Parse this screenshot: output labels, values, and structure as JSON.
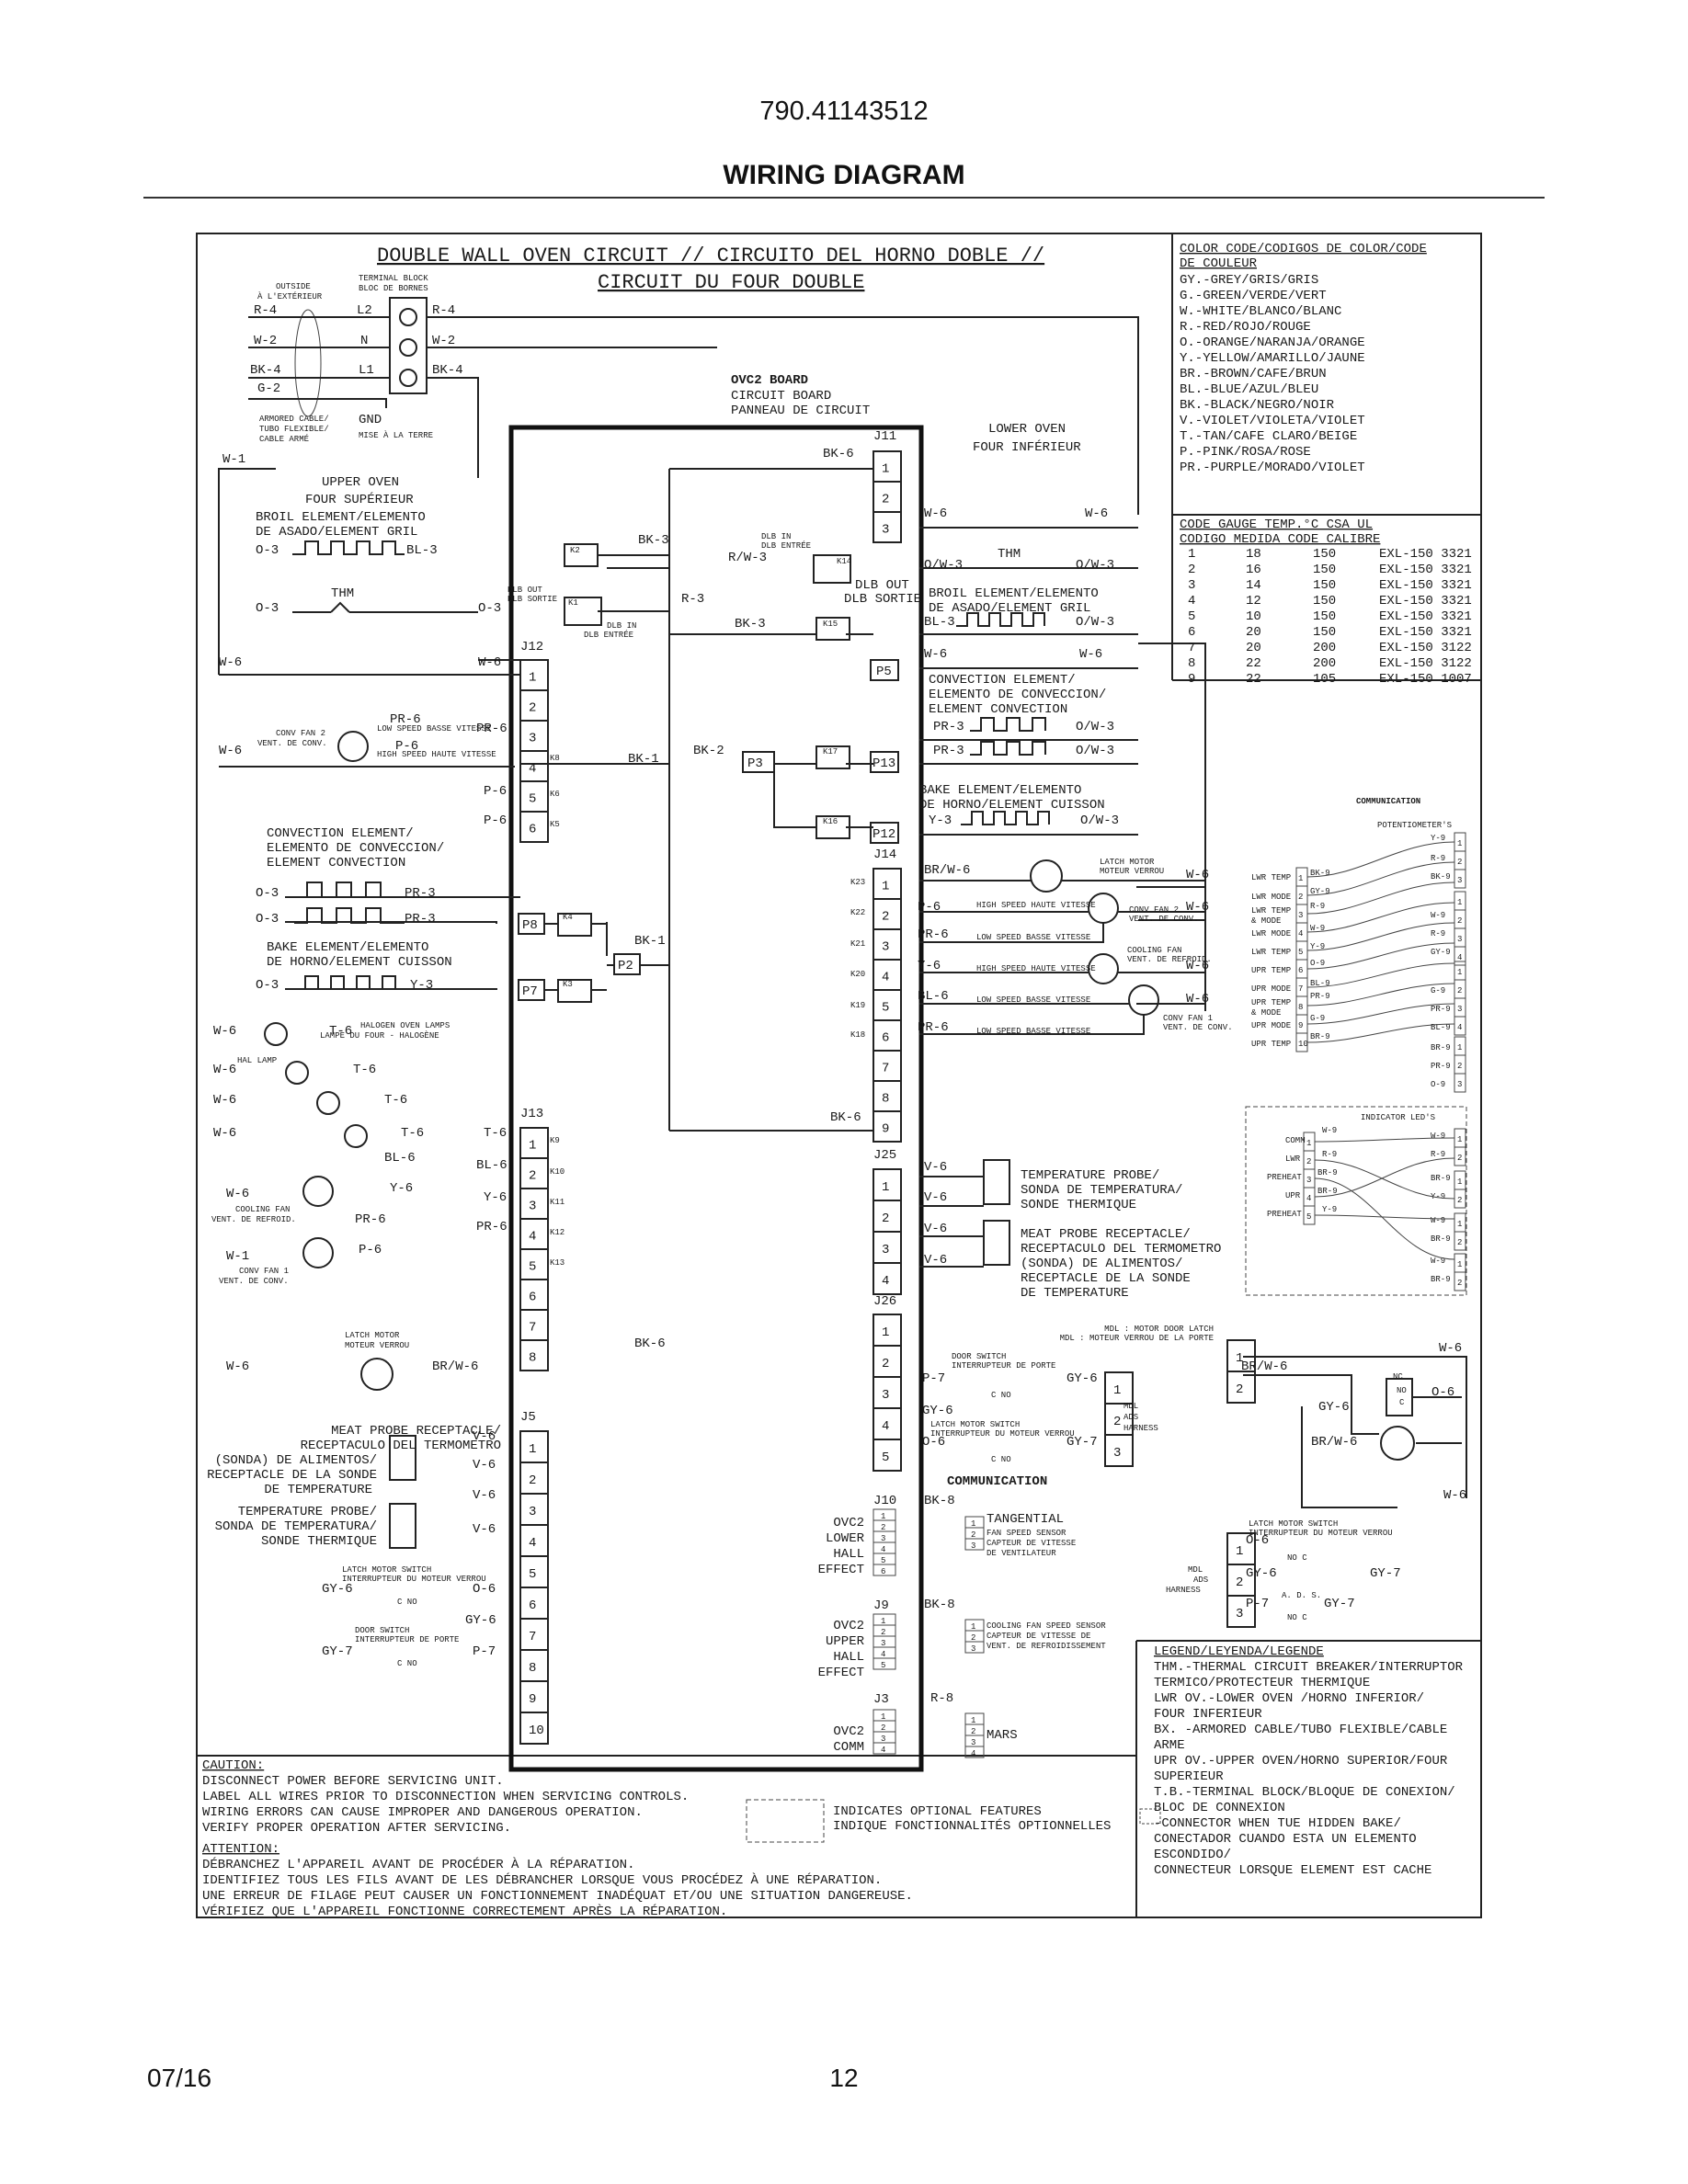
{
  "header": {
    "part_number": "790.41143512",
    "title": "WIRING DIAGRAM"
  },
  "footer": {
    "date": "07/16",
    "page": "12"
  },
  "diagram": {
    "title_1": "DOUBLE WALL OVEN CIRCUIT // CIRCUITO DEL HORNO DOBLE //",
    "title_2": "CIRCUIT DU FOUR DOUBLE",
    "outside": "OUTSIDE",
    "outside_fr": "À L'EXTÉRIEUR",
    "terminal_block": "TERMINAL BLOCK",
    "terminal_block_fr": "BLOC DE BORNES",
    "armored": [
      "ARMORED CABLE/",
      "TUBO FLEXIBLE/",
      "CABLE ARMÉ"
    ],
    "gnd": "GND",
    "gnd_fr": "MISE À LA TERRE",
    "ovc2_board": "OVC2 BOARD",
    "circuit_board": "CIRCUIT BOARD",
    "panneau": "PANNEAU DE CIRCUIT",
    "upper_oven": "UPPER OVEN",
    "upper_oven_fr": "FOUR SUPÉRIEUR",
    "lower_oven": "LOWER OVEN",
    "lower_oven_fr": "FOUR INFÉRIEUR",
    "broil_el": [
      "BROIL ELEMENT/ELEMENTO",
      "DE ASADO/ELEMENT GRIL"
    ],
    "conv_el": [
      "CONVECTION ELEMENT/",
      "ELEMENTO DE CONVECCION/",
      "ELEMENT CONVECTION"
    ],
    "bake_el": [
      "BAKE ELEMENT/ELEMENTO",
      "DE HORNO/ELEMENT CUISSON"
    ],
    "thm": "THM",
    "dlb_out": [
      "DLB OUT",
      "DLB SORTIE"
    ],
    "dlb_in": [
      "DLB IN",
      "DLB ENTRÉE"
    ],
    "conv_fan2": [
      "CONV FAN 2",
      "VENT. DE CONV."
    ],
    "conv_fan1": [
      "CONV FAN 1",
      "VENT. DE CONV."
    ],
    "cooling_fan": [
      "COOLING FAN",
      "VENT. DE REFROID."
    ],
    "low_speed": "LOW SPEED   BASSE VITESSE",
    "high_speed": "HIGH SPEED  HAUTE VITESSE",
    "halogen": [
      "HALOGEN OVEN LAMPS",
      "LAMPE DU FOUR - HALOGÈNE"
    ],
    "hal_lamp": "HAL LAMP",
    "latch_motor": [
      "LATCH MOTOR",
      "MOTEUR VERROU"
    ],
    "latch_switch": [
      "LATCH MOTOR SWITCH",
      "INTERRUPTEUR DU MOTEUR VERROU"
    ],
    "door_switch": [
      "DOOR SWITCH",
      "INTERRUPTEUR DE PORTE"
    ],
    "meat_probe": [
      "MEAT PROBE RECEPTACLE/",
      "RECEPTACULO DEL TERMOMETRO",
      "(SONDA) DE ALIMENTOS/",
      "RECEPTACLE DE LA SONDE",
      "DE TEMPERATURE"
    ],
    "temp_probe": [
      "TEMPERATURE PROBE/",
      "SONDA DE TEMPERATURA/",
      "SONDE THERMIQUE"
    ],
    "communication": "COMMUNICATION",
    "tangential": "TANGENTIAL",
    "fan_speed": [
      "FAN SPEED SENSOR",
      "CAPTEUR DE VITESSE",
      "DE VENTILATEUR"
    ],
    "cooling_sensor": [
      "COOLING FAN SPEED SENSOR",
      "CAPTEUR DE VITESSE DE",
      "VENT. DE REFROIDISSEMENT"
    ],
    "mars": "MARS",
    "mdl_ads": [
      "MDL",
      "ADS",
      "HARNESS"
    ],
    "mdl_note": [
      "MDL : MOTOR DOOR LATCH",
      "MDL : MOTEUR VERROU DE LA PORTE"
    ],
    "ovc2_lower": [
      "OVC2",
      "LOWER",
      "HALL",
      "EFFECT"
    ],
    "ovc2_upper": [
      "OVC2",
      "UPPER",
      "HALL",
      "EFFECT"
    ],
    "ovc2_comm": [
      "OVC2",
      "COMM"
    ],
    "potentiometers": "POTENTIOMETER'S",
    "indicator_leds": "INDICATOR LED'S",
    "optional": [
      "INDICATES OPTIONAL FEATURES",
      "INDIQUE FONCTIONNALITÉS OPTIONNELLES"
    ],
    "ads": "A. D. S."
  },
  "color_code": {
    "title": [
      "COLOR CODE/CODIGOS DE COLOR/CODE",
      "DE COULEUR"
    ],
    "items": [
      "GY.-GREY/GRIS/GRIS",
      "G.-GREEN/VERDE/VERT",
      "W.-WHITE/BLANCO/BLANC",
      "R.-RED/ROJO/ROUGE",
      "O.-ORANGE/NARANJA/ORANGE",
      "Y.-YELLOW/AMARILLO/JAUNE",
      "BR.-BROWN/CAFE/BRUN",
      "BL.-BLUE/AZUL/BLEU",
      "BK.-BLACK/NEGRO/NOIR",
      "V.-VIOLET/VIOLETA/VIOLET",
      "T.-TAN/CAFE CLARO/BEIGE",
      "P.-PINK/ROSA/ROSE",
      "PR.-PURPLE/MORADO/VIOLET"
    ]
  },
  "gauge_table": {
    "head_1": "CODE  GAUGE   TEMP.°C  CSA   UL",
    "head_2": "CODIGO MEDIDA  CODE   CALIBRE",
    "rows": [
      [
        "1",
        "18",
        "150",
        "EXL-150 3321"
      ],
      [
        "2",
        "16",
        "150",
        "EXL-150 3321"
      ],
      [
        "3",
        "14",
        "150",
        "EXL-150 3321"
      ],
      [
        "4",
        "12",
        "150",
        "EXL-150 3321"
      ],
      [
        "5",
        "10",
        "150",
        "EXL-150 3321"
      ],
      [
        "6",
        "20",
        "150",
        "EXL-150 3321"
      ],
      [
        "7",
        "20",
        "200",
        "EXL-150 3122"
      ],
      [
        "8",
        "22",
        "200",
        "EXL-150 3122"
      ],
      [
        "9",
        "22",
        "105",
        "EXL-150 1007"
      ]
    ]
  },
  "legend": {
    "title": "LEGEND/LEYENDA/LEGENDE",
    "lines": [
      "THM.-THERMAL CIRCUIT BREAKER/INTERRUPTOR",
      "      TERMICO/PROTECTEUR THERMIQUE",
      "LWR OV.-LOWER OVEN /HORNO INFERIOR/",
      "      FOUR INFERIEUR",
      "BX. -ARMORED CABLE/TUBO FLEXIBLE/CABLE",
      "ARME",
      "UPR OV.-UPPER OVEN/HORNO SUPERIOR/FOUR",
      "      SUPERIEUR",
      "T.B.-TERMINAL BLOCK/BLOQUE DE CONEXION/",
      "      BLOC DE CONNEXION",
      "   -CONNECTOR WHEN TUE HIDDEN BAKE/",
      "   CONECTADOR CUANDO ESTA UN ELEMENTO",
      "ESCONDIDO/",
      "   CONNECTEUR LORSQUE ELEMENT EST CACHE"
    ]
  },
  "caution": {
    "title": "CAUTION:",
    "lines": [
      "DISCONNECT POWER BEFORE SERVICING UNIT.",
      "LABEL ALL WIRES PRIOR TO DISCONNECTION WHEN SERVICING CONTROLS.",
      "WIRING ERRORS CAN CAUSE IMPROPER AND DANGEROUS OPERATION.",
      "VERIFY PROPER OPERATION AFTER SERVICING."
    ]
  },
  "attention": {
    "title": "ATTENTION:",
    "lines": [
      "DÉBRANCHEZ L'APPAREIL AVANT DE PROCÉDER À LA RÉPARATION.",
      "IDENTIFIEZ TOUS LES FILS AVANT DE LES DÉBRANCHER LORSQUE VOUS PROCÉDEZ À UNE RÉPARATION.",
      "UNE ERREUR DE FILAGE PEUT CAUSER UN FONCTIONNEMENT INADÉQUAT ET/OU UNE SITUATION DANGEREUSE.",
      "VÉRIFIEZ QUE L'APPAREIL FONCTIONNE CORRECTEMENT APRÈS LA RÉPARATION."
    ]
  },
  "labels": {
    "wire": [
      [
        "R-4",
        276,
        341
      ],
      [
        "W-2",
        276,
        374
      ],
      [
        "BK-4",
        272,
        406
      ],
      [
        "G-2",
        280,
        426
      ],
      [
        "W-1",
        242,
        503
      ],
      [
        "L2",
        388,
        341
      ],
      [
        "N",
        392,
        374
      ],
      [
        "L1",
        390,
        406
      ],
      [
        "R-4",
        470,
        341
      ],
      [
        "W-2",
        470,
        374
      ],
      [
        "BK-4",
        470,
        406
      ],
      [
        "O-3",
        278,
        602
      ],
      [
        "BL-3",
        442,
        602
      ],
      [
        "O-3",
        278,
        665
      ],
      [
        "O-3",
        520,
        665
      ],
      [
        "W-6",
        238,
        724
      ],
      [
        "W-6",
        520,
        724
      ],
      [
        "W-6",
        238,
        820
      ],
      [
        "PR-6",
        424,
        786
      ],
      [
        "PR-6",
        518,
        796
      ],
      [
        "P-6",
        430,
        815
      ],
      [
        "P-6",
        526,
        864
      ],
      [
        "P-6",
        526,
        896
      ],
      [
        "O-3",
        278,
        975
      ],
      [
        "PR-3",
        440,
        975
      ],
      [
        "O-3",
        278,
        1003
      ],
      [
        "PR-3",
        440,
        1003
      ],
      [
        "O-3",
        278,
        1075
      ],
      [
        "Y-3",
        446,
        1075
      ],
      [
        "W-6",
        232,
        1125
      ],
      [
        "T-6",
        358,
        1125
      ],
      [
        "W-6",
        232,
        1167
      ],
      [
        "T-6",
        384,
        1167
      ],
      [
        "W-6",
        232,
        1200
      ],
      [
        "T-6",
        418,
        1200
      ],
      [
        "W-6",
        232,
        1236
      ],
      [
        "T-6",
        436,
        1236
      ],
      [
        "T-6",
        526,
        1236
      ],
      [
        "BL-6",
        418,
        1263
      ],
      [
        "BL-6",
        518,
        1271
      ],
      [
        "Y-6",
        424,
        1296
      ],
      [
        "Y-6",
        526,
        1306
      ],
      [
        "W-6",
        246,
        1302
      ],
      [
        "PR-6",
        386,
        1330
      ],
      [
        "PR-6",
        518,
        1338
      ],
      [
        "P-6",
        390,
        1363
      ],
      [
        "W-1",
        246,
        1370
      ],
      [
        "W-6",
        246,
        1490
      ],
      [
        "BR/W-6",
        470,
        1490
      ],
      [
        "V-6",
        514,
        1566
      ],
      [
        "V-6",
        514,
        1597
      ],
      [
        "V-6",
        514,
        1630
      ],
      [
        "V-6",
        514,
        1667
      ],
      [
        "GY-6",
        350,
        1732
      ],
      [
        "O-6",
        514,
        1732
      ],
      [
        "GY-6",
        506,
        1766
      ],
      [
        "GY-7",
        350,
        1800
      ],
      [
        "P-7",
        514,
        1800
      ],
      [
        "BK-6",
        895,
        497
      ],
      [
        "BK-3",
        694,
        591
      ],
      [
        "R/W-3",
        792,
        610
      ],
      [
        "R-3",
        741,
        655
      ],
      [
        "BK-3",
        799,
        682
      ],
      [
        "BK-1",
        683,
        829
      ],
      [
        "BK-2",
        754,
        820
      ],
      [
        "BK-1",
        690,
        1027
      ],
      [
        "BK-6",
        903,
        1219
      ],
      [
        "BK-6",
        690,
        1465
      ],
      [
        "W-6",
        1005,
        562
      ],
      [
        "W-6",
        1180,
        562
      ],
      [
        "O/W-3",
        1005,
        618
      ],
      [
        "O/W-3",
        1170,
        618
      ],
      [
        "BL-3",
        1005,
        680
      ],
      [
        "O/W-3",
        1170,
        680
      ],
      [
        "W-6",
        1005,
        715
      ],
      [
        "W-6",
        1174,
        715
      ],
      [
        "PR-3",
        1015,
        794
      ],
      [
        "O/W-3",
        1170,
        794
      ],
      [
        "PR-3",
        1015,
        820
      ],
      [
        "O/W-3",
        1170,
        820
      ],
      [
        "Y-3",
        1010,
        896
      ],
      [
        "O/W-3",
        1175,
        896
      ],
      [
        "BR/W-6",
        1005,
        950
      ],
      [
        "W-6",
        1290,
        955
      ],
      [
        "P-6",
        998,
        990
      ],
      [
        "W-6",
        1290,
        990
      ],
      [
        "PR-6",
        998,
        1020
      ],
      [
        "Y-6",
        998,
        1054
      ],
      [
        "W-6",
        1290,
        1054
      ],
      [
        "BL-6",
        998,
        1087
      ],
      [
        "W-6",
        1290,
        1090
      ],
      [
        "PR-6",
        998,
        1121
      ],
      [
        "V-6",
        1005,
        1273
      ],
      [
        "V-6",
        1005,
        1306
      ],
      [
        "V-6",
        1005,
        1340
      ],
      [
        "V-6",
        1005,
        1374
      ],
      [
        "P-7",
        1003,
        1503
      ],
      [
        "GY-6",
        1160,
        1503
      ],
      [
        "GY-6",
        1003,
        1538
      ],
      [
        "O-6",
        1003,
        1572
      ],
      [
        "GY-7",
        1160,
        1572
      ],
      [
        "BK-8",
        1005,
        1636
      ],
      [
        "BK-8",
        1005,
        1749
      ],
      [
        "R-8",
        1012,
        1851
      ],
      [
        "W-6",
        1565,
        1470
      ],
      [
        "BR/W-6",
        1350,
        1490
      ],
      [
        "O-6",
        1557,
        1518
      ],
      [
        "GY-6",
        1434,
        1534
      ],
      [
        "BR/W-6",
        1426,
        1572
      ],
      [
        "W-6",
        1570,
        1630
      ],
      [
        "O-6",
        1355,
        1679
      ],
      [
        "GY-6",
        1355,
        1715
      ],
      [
        "GY-7",
        1490,
        1715
      ],
      [
        "P-7",
        1355,
        1748
      ],
      [
        "GY-7",
        1440,
        1748
      ]
    ],
    "small": [
      [
        "K2",
        620,
        601
      ],
      [
        "K1",
        618,
        658
      ],
      [
        "K14",
        910,
        613
      ],
      [
        "K15",
        895,
        681
      ],
      [
        "K8",
        598,
        827
      ],
      [
        "K6",
        598,
        866
      ],
      [
        "K5",
        598,
        899
      ],
      [
        "K17",
        895,
        820
      ],
      [
        "K16",
        895,
        896
      ],
      [
        "K4",
        612,
        1000
      ],
      [
        "K3",
        612,
        1073
      ],
      [
        "K23",
        925,
        962
      ],
      [
        "K22",
        925,
        995
      ],
      [
        "K21",
        925,
        1029
      ],
      [
        "K20",
        925,
        1062
      ],
      [
        "K19",
        925,
        1096
      ],
      [
        "K18",
        925,
        1128
      ],
      [
        "K9",
        598,
        1243
      ],
      [
        "K10",
        598,
        1277
      ],
      [
        "K11",
        598,
        1310
      ],
      [
        "K12",
        598,
        1343
      ],
      [
        "K13",
        598,
        1376
      ],
      [
        "C  NO",
        432,
        1745
      ],
      [
        "C  NO",
        432,
        1812
      ],
      [
        "C  NO",
        1078,
        1520
      ],
      [
        "C  NO",
        1078,
        1590
      ],
      [
        "NO  C",
        1400,
        1697
      ],
      [
        "NO  C",
        1400,
        1762
      ],
      [
        "NC",
        1515,
        1500
      ],
      [
        "NO",
        1519,
        1515
      ],
      [
        "C",
        1522,
        1528
      ]
    ],
    "jack_titles": [
      [
        "J12",
        566,
        707
      ],
      [
        "J13",
        566,
        1215
      ],
      [
        "J5",
        566,
        1545
      ],
      [
        "J11",
        950,
        478
      ],
      [
        "J14",
        950,
        933
      ],
      [
        "J25",
        950,
        1260
      ],
      [
        "J26",
        950,
        1419
      ],
      [
        "J10",
        950,
        1636
      ],
      [
        "J9",
        950,
        1750
      ],
      [
        "J3",
        950,
        1852
      ]
    ],
    "pot_left": [
      [
        "LWR TEMP",
        1361,
        957
      ],
      [
        "LWR MODE",
        1361,
        978
      ],
      [
        "LWR TEMP",
        1361,
        993
      ],
      [
        "& MODE",
        1361,
        1004
      ],
      [
        "LWR MODE",
        1361,
        1018
      ],
      [
        "LWR TEMP",
        1361,
        1038
      ],
      [
        "UPR TEMP",
        1361,
        1058
      ],
      [
        "UPR MODE",
        1361,
        1078
      ],
      [
        "UPR TEMP",
        1361,
        1093
      ],
      [
        "& MODE",
        1361,
        1104
      ],
      [
        "UPR MODE",
        1361,
        1118
      ],
      [
        "UPR TEMP",
        1361,
        1138
      ]
    ],
    "pot_wires": [
      [
        "BK-9",
        1425,
        952
      ],
      [
        "GY-9",
        1425,
        972
      ],
      [
        "R-9",
        1425,
        988
      ],
      [
        "W-9",
        1425,
        1012
      ],
      [
        "Y-9",
        1425,
        1032
      ],
      [
        "O-9",
        1425,
        1050
      ],
      [
        "BL-9",
        1425,
        1072
      ],
      [
        "PR-9",
        1425,
        1086
      ],
      [
        "G-9",
        1425,
        1110
      ],
      [
        "BR-9",
        1425,
        1130
      ]
    ],
    "pot_right": [
      [
        "Y-9",
        1556,
        914
      ],
      [
        "R-9",
        1556,
        936
      ],
      [
        "BK-9",
        1556,
        956
      ],
      [
        "W-9",
        1556,
        998
      ],
      [
        "R-9",
        1556,
        1018
      ],
      [
        "GY-9",
        1556,
        1038
      ],
      [
        "G-9",
        1556,
        1080
      ],
      [
        "PR-9",
        1556,
        1100
      ],
      [
        "BL-9",
        1556,
        1120
      ],
      [
        "BR-9",
        1556,
        1142
      ],
      [
        "PR-9",
        1556,
        1162
      ],
      [
        "O-9",
        1556,
        1182
      ]
    ],
    "led_left": [
      [
        "COMM",
        1398,
        1243
      ],
      [
        "LWR",
        1398,
        1263
      ],
      [
        "PREHEAT",
        1378,
        1283
      ],
      [
        "UPR",
        1398,
        1303
      ],
      [
        "PREHEAT",
        1378,
        1323
      ]
    ],
    "led_wires": [
      [
        "W-9",
        1438,
        1232
      ],
      [
        "R-9",
        1438,
        1258
      ],
      [
        "BR-9",
        1433,
        1278
      ],
      [
        "BR-9",
        1433,
        1298
      ],
      [
        "Y-9",
        1438,
        1318
      ]
    ],
    "led_right": [
      [
        "W-9",
        1556,
        1238
      ],
      [
        "R-9",
        1556,
        1258
      ],
      [
        "BR-9",
        1556,
        1284
      ],
      [
        "Y-9",
        1556,
        1304
      ],
      [
        "W-9",
        1556,
        1330
      ],
      [
        "BR-9",
        1556,
        1350
      ],
      [
        "W-9",
        1556,
        1374
      ],
      [
        "BR-9",
        1556,
        1394
      ]
    ]
  }
}
